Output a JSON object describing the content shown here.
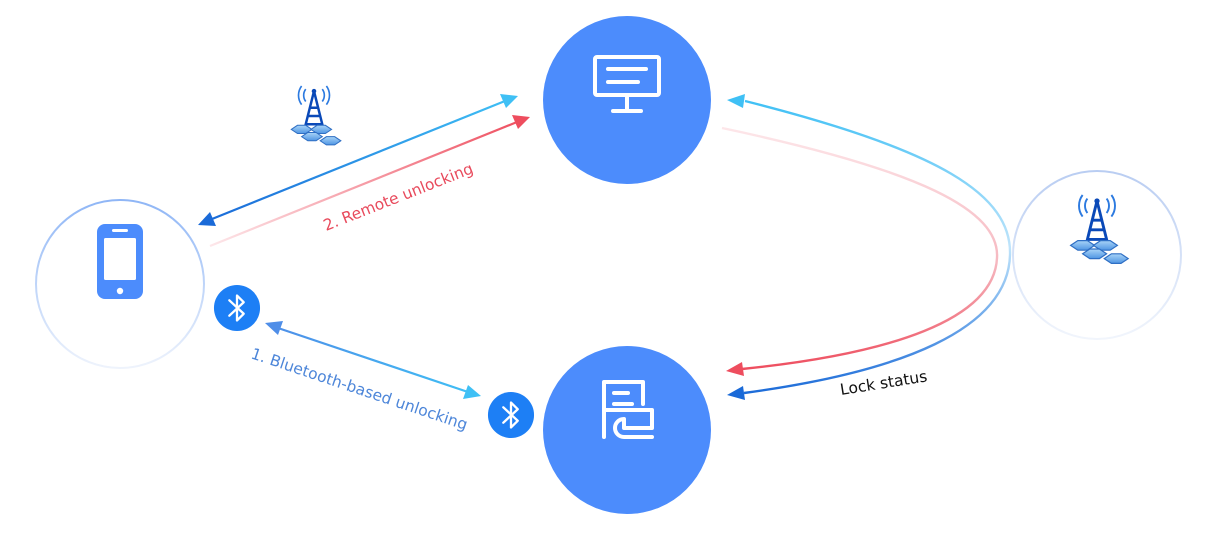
{
  "labels": {
    "remote_unlocking": "2. Remote unlocking",
    "bluetooth_unlocking": "1. Bluetooth-based unlocking",
    "lock_status": "Lock status"
  },
  "colors": {
    "node_blue": "#4c8cfc",
    "arrow_cyan": "#3fc0f5",
    "arrow_blue": "#1a6ad8",
    "arrow_red": "#ee4d5e",
    "bluetooth_badge": "#1d7ff5",
    "remote_label": "#e84a5c",
    "bluetooth_label": "#4d86d9",
    "lock_label": "#111111"
  },
  "icons": {
    "server_node": "monitor-icon",
    "lock_node": "smart-lock-icon",
    "phone_node": "smartphone-icon",
    "tower_small": "cell-tower-icon",
    "tower_large": "cell-tower-icon",
    "bluetooth": "bluetooth-icon"
  }
}
